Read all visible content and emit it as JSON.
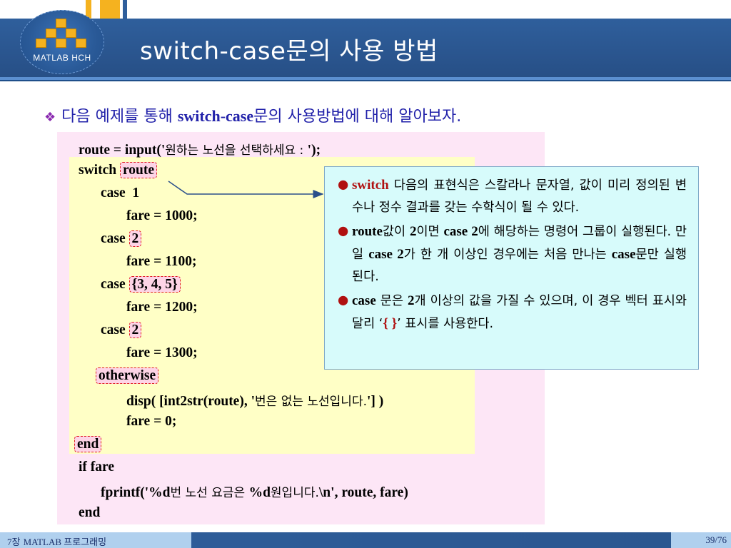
{
  "header": {
    "logo_text": "MATLAB HCH",
    "title": "switch-case문의 사용 방법"
  },
  "intro": {
    "prefix": "다음 예제를 통해 ",
    "keyword": "switch-case",
    "suffix": "문의 사용방법에 대해 알아보자."
  },
  "code": {
    "l1_a": "route = input('",
    "l1_ko": "원하는 노선을 선택하세요 : ",
    "l1_b": "');",
    "l2_kw": "switch",
    "l2_var": "route",
    "l3_kw": "case",
    "l3_val": "1",
    "l4": "fare = 1000;",
    "l5_kw": "case",
    "l5_val": "2",
    "l6": "fare = 1100;",
    "l7_kw": "case",
    "l7_val": "{3, 4, 5}",
    "l8": "fare = 1200;",
    "l9_kw": "case",
    "l9_val": "2",
    "l10": "fare = 1300;",
    "l11": "otherwise",
    "l12_a": "disp( [int2str(route), '",
    "l12_ko": "번은 없는 노선입니다.",
    "l12_b": "'] )",
    "l13": "fare = 0;",
    "l14": "end",
    "l15": "if fare",
    "l16_a": "fprintf('%d",
    "l16_ko1": "번 노선 요금은 ",
    "l16_b": "%d",
    "l16_ko2": "원입니다.",
    "l16_c": "\\n', route, fare)",
    "l17": "end"
  },
  "notes": {
    "n1_kw": "switch",
    "n1_text": " 다음의 표현식은 스칼라나 문자열, 값이 미리 정의된 변수나 정수 결과를 갖는 수학식이 될 수 있다.",
    "n2_a": "route",
    "n2_b": "값이 ",
    "n2_c": "2",
    "n2_d": "이면 ",
    "n2_e": "case 2",
    "n2_f": "에 해당하는 명령어 그룹이 실행된다. 만일 ",
    "n2_g": "case 2",
    "n2_h": "가 한 개 이상인 경우에는 처음 만나는 ",
    "n2_i": "case",
    "n2_j": "문만 실행된다.",
    "n3_a": "case",
    "n3_b": " 문은 ",
    "n3_c": "2",
    "n3_d": "개 이상의 값을 가질 수 있으며, 이 경우 벡터 표시와 달리 ‘",
    "n3_e": "{ }",
    "n3_f": "’ 표시를 사용한다."
  },
  "footer": {
    "chapter_num": "7",
    "chapter_ko": "장 ",
    "chapter_en": "MATLAB ",
    "chapter_ko2": "프로그래밍",
    "page": "39/76"
  },
  "colors": {
    "header_blue": "#2f5f9c",
    "intro_text": "#2222aa",
    "code_bg_pink": "#fde6f6",
    "code_bg_yellow": "#ffffc6",
    "note_bg": "#d7fbfb",
    "accent_red": "#b01010"
  }
}
